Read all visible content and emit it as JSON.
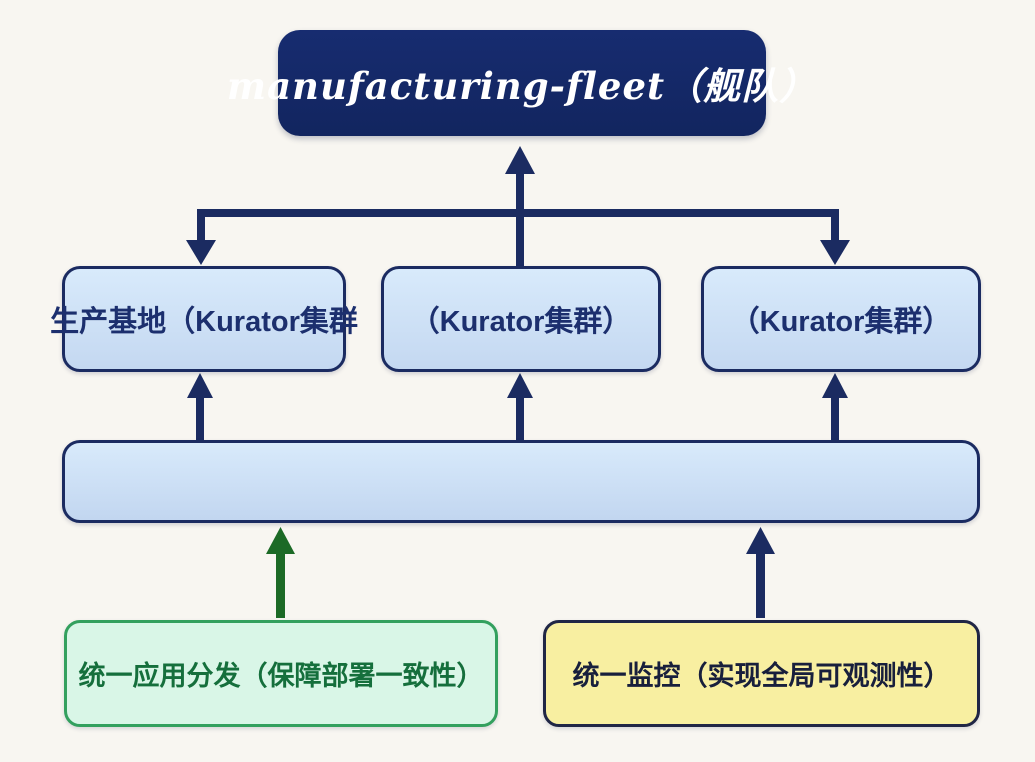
{
  "diagram": {
    "title": "Kurator fleet architecture",
    "background_color": "#f8f6f1",
    "fleet": {
      "label": "manufacturing-fleet（舰队）",
      "fill": "#14276a",
      "text_color": "#ffffff"
    },
    "clusters": [
      {
        "id": "cluster-left",
        "label": "生产基地（Kurator集群"
      },
      {
        "id": "cluster-middle",
        "label": "（Kurator集群）"
      },
      {
        "id": "cluster-right",
        "label": "（Kurator集群）"
      }
    ],
    "cluster_style": {
      "fill": "#cfe2f6",
      "border_color": "#1b2b61",
      "text_color": "#1c2f6e"
    },
    "distribution_bar": {
      "label": "",
      "fill": "#cfe2f6",
      "border_color": "#1b2b61"
    },
    "bottom_boxes": [
      {
        "id": "app-distribution",
        "label": "统一应用分发（保障部署一致性）",
        "fill": "#d9f6e7",
        "border_color": "#33a05e",
        "text_color": "#156f3c",
        "arrow_color": "#1c6a26"
      },
      {
        "id": "monitoring",
        "label": "统一监控（实现全局可观测性）",
        "fill": "#f8efa1",
        "border_color": "#202645",
        "text_color": "#181f3c",
        "arrow_color": "#1b2b61"
      }
    ],
    "connector_color": "#1b2b61",
    "edges": [
      {
        "from": "cluster-junction",
        "to": "fleet",
        "direction": "up"
      },
      {
        "from": "junction",
        "to": "cluster-left",
        "direction": "down"
      },
      {
        "from": "junction",
        "to": "cluster-middle",
        "direction": "down"
      },
      {
        "from": "junction",
        "to": "cluster-right",
        "direction": "down"
      },
      {
        "from": "distribution-bar",
        "to": "cluster-left",
        "direction": "up"
      },
      {
        "from": "distribution-bar",
        "to": "cluster-middle",
        "direction": "up"
      },
      {
        "from": "distribution-bar",
        "to": "cluster-right",
        "direction": "up"
      },
      {
        "from": "app-distribution",
        "to": "distribution-bar",
        "direction": "up"
      },
      {
        "from": "monitoring",
        "to": "distribution-bar",
        "direction": "up"
      }
    ]
  }
}
